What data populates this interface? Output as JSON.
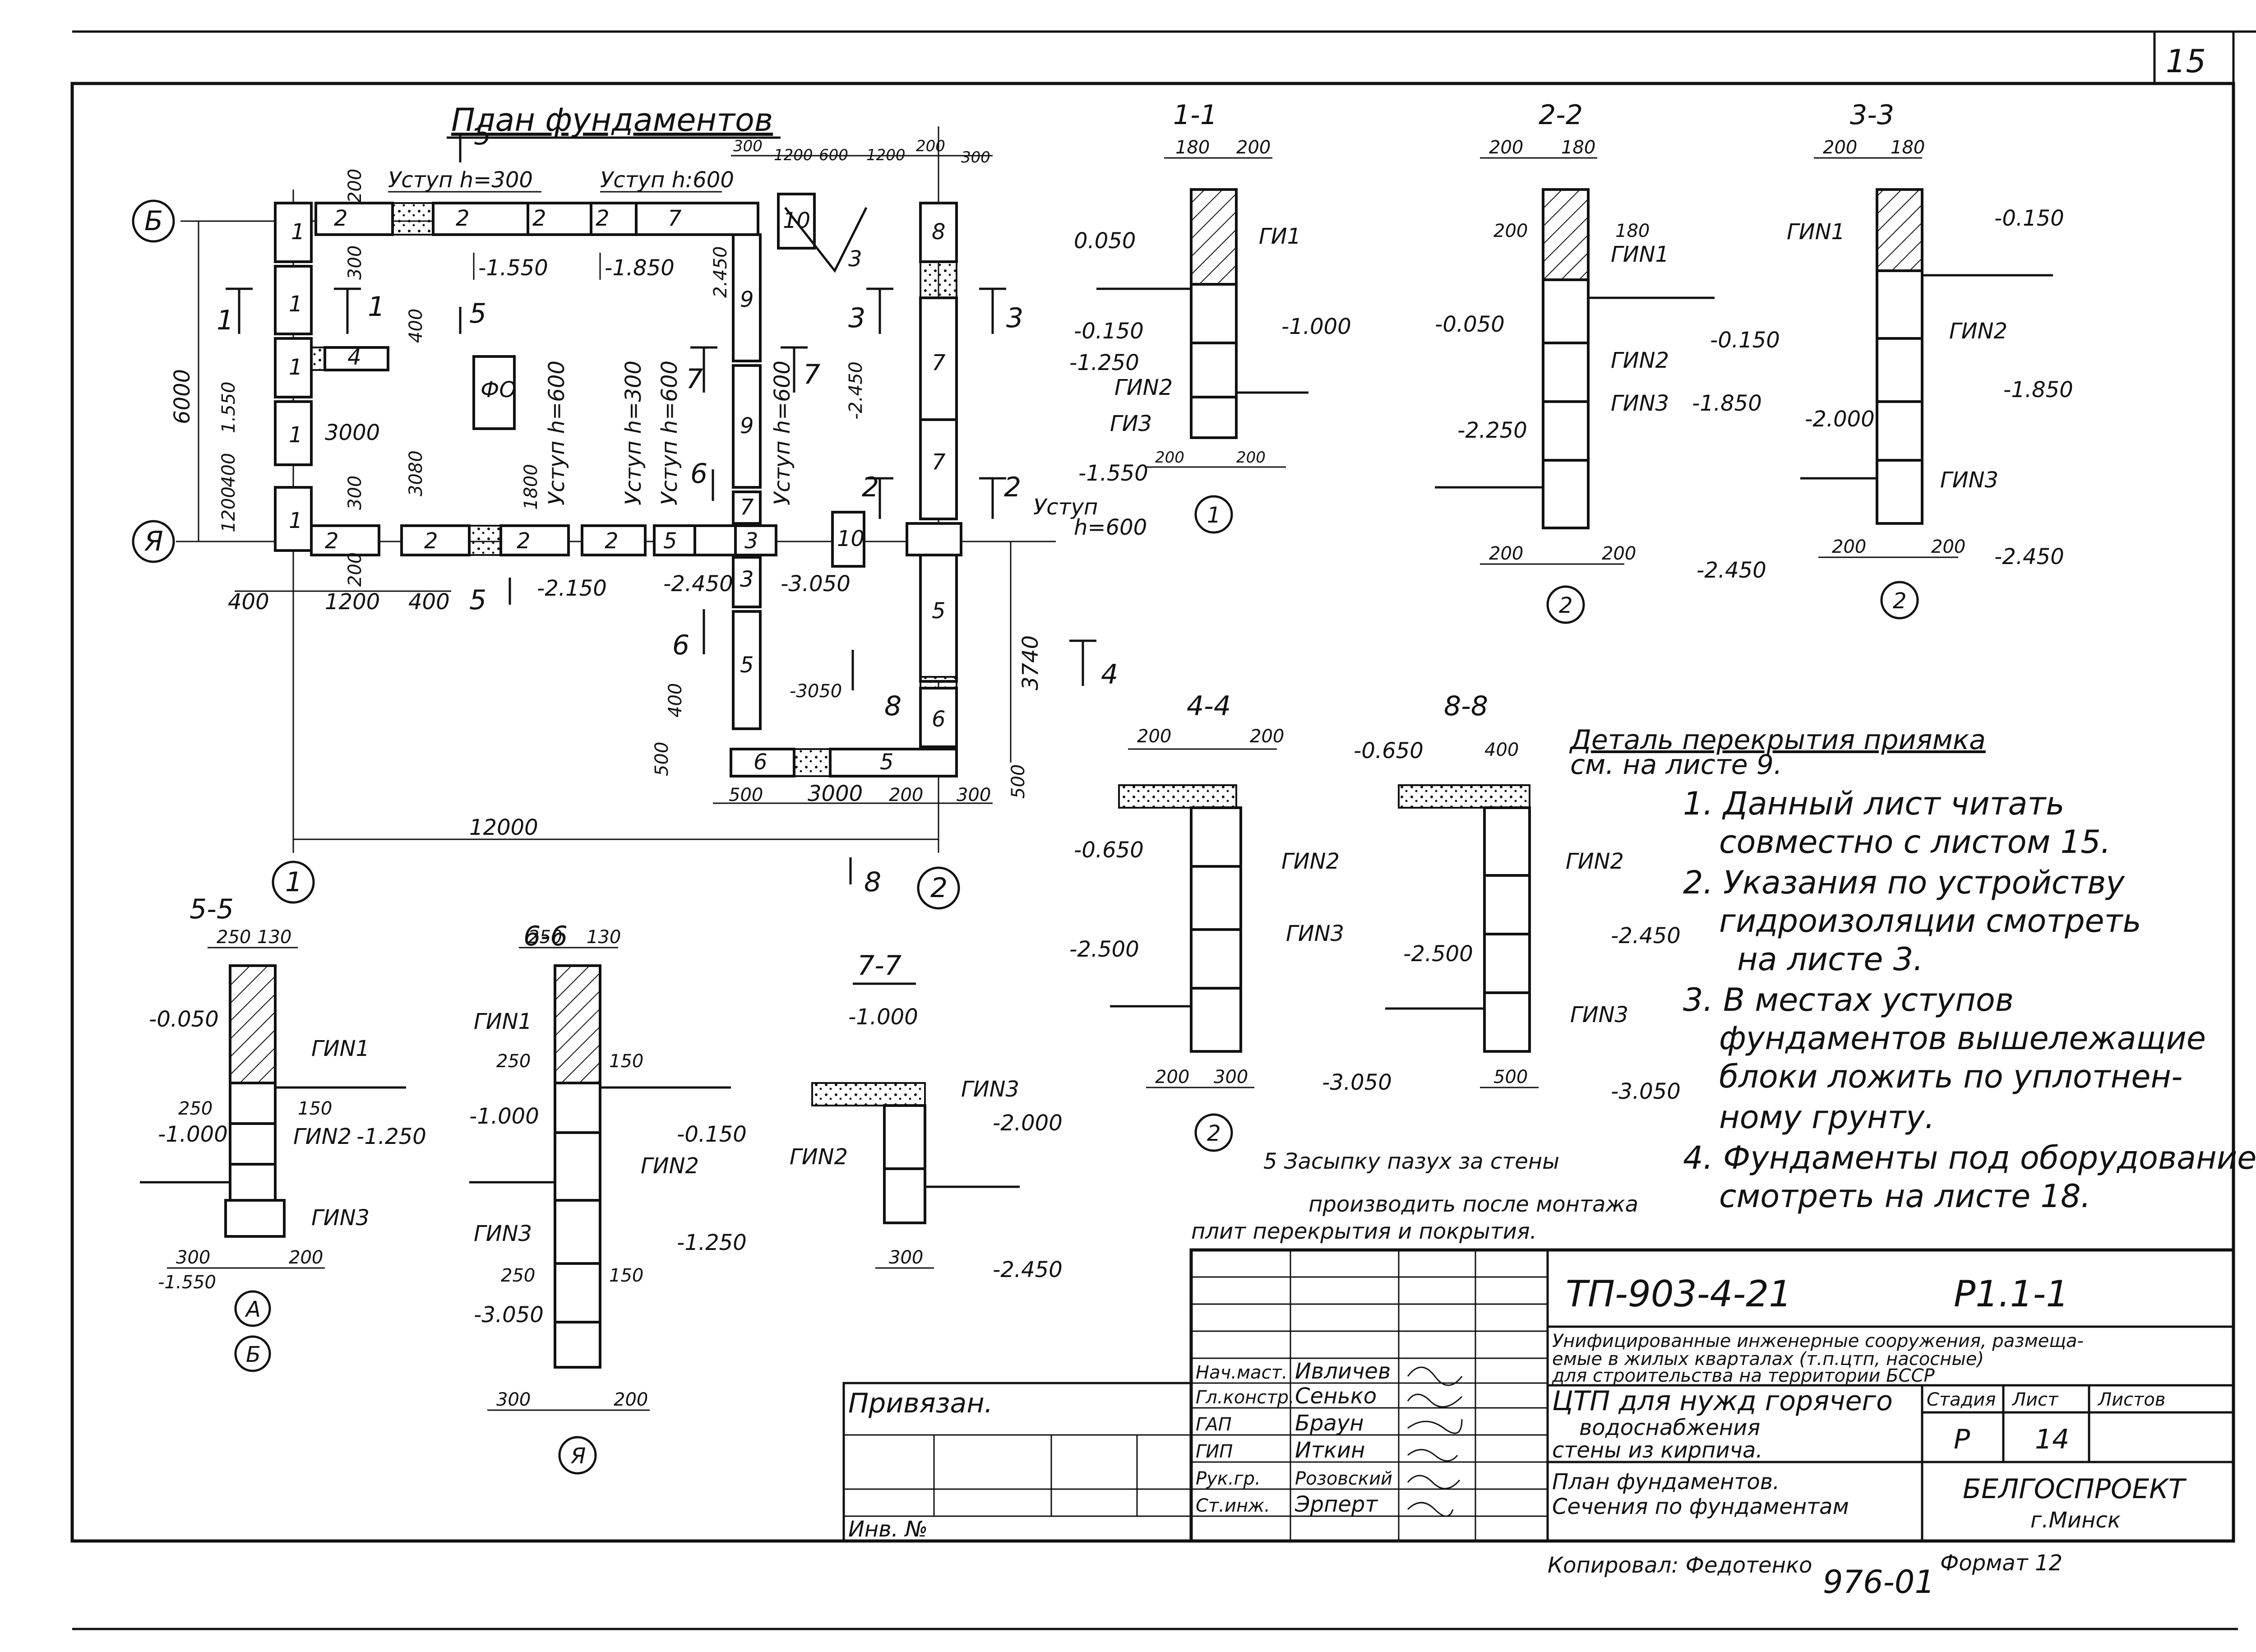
{
  "sheet": {
    "page_number": "15",
    "plan_title": "План фундаментов",
    "copied_by": "Копировал: Федотенко",
    "archive_no": "976-01",
    "format": "Формат 12"
  },
  "plan": {
    "axis_b": "Б",
    "axis_a": "Я",
    "axis_1": "1",
    "axis_2": "2",
    "step_300": "Уступ h=300",
    "step_600_top": "Уступ h:600",
    "step_600_v1": "Уступ h=600",
    "step_300_v": "Уступ h=300",
    "step_600_v2": "Уступ h=600",
    "step_600_v3": "Уступ h=600",
    "step_right": "Уступ",
    "step_right_h": "h=600",
    "fo": "ФО",
    "dims": {
      "d6000": "6000",
      "d1550": "1.550",
      "d200a": "200",
      "d300a": "300",
      "d400a": "400",
      "d400b": "400",
      "d1200a": "1200",
      "d200b": "200",
      "d3000a": "3000",
      "d3080": "3080",
      "d1800": "1800",
      "d300b": "300",
      "d200c": "200",
      "d400c": "400",
      "d1200b": "1200",
      "d400d": "400",
      "d12000": "12000",
      "d300t": "300",
      "d1200t": "1200",
      "d600t": "600",
      "d1200t2": "1200",
      "d200t": "200",
      "d300t2": "300",
      "d2450v": "2.450",
      "d2450v2": "-2.450",
      "d3740": "3740",
      "d500a": "500",
      "d500b": "500",
      "d500c": "500",
      "d3000b": "3000",
      "d200d": "200",
      "d300c": "300",
      "d400e": "400"
    },
    "elevations": {
      "e1550": "-1.550",
      "e1850": "-1.850",
      "e2150": "-2.150",
      "e2450": "-2.450",
      "e3050a": "-3.050",
      "e3050b": "-3050"
    },
    "cuts": [
      "1",
      "1",
      "2",
      "2",
      "3",
      "3",
      "4",
      "5",
      "5",
      "5",
      "6",
      "6",
      "7",
      "7",
      "8",
      "8"
    ],
    "blocks": [
      "2",
      "2",
      "2",
      "2",
      "7",
      "1",
      "1",
      "1",
      "1",
      "1",
      "4",
      "2",
      "2",
      "2",
      "2",
      "5",
      "3",
      "3",
      "5",
      "6",
      "5",
      "6",
      "8",
      "7",
      "7",
      "5",
      "9",
      "9",
      "7",
      "10",
      "10",
      "3"
    ]
  },
  "sections": {
    "s11": {
      "title": "1-1",
      "d1": "180",
      "d2": "200",
      "lbl1": "ГИ1",
      "e1": "0.050",
      "e2": "-0.150",
      "e3": "-1.000",
      "e4": "-1.250",
      "lbl2": "ГИN2",
      "lbl3": "ГИ3",
      "e5": "-1.550",
      "d3": "200",
      "d4": "200",
      "axis": "1"
    },
    "s22": {
      "title": "2-2",
      "d1": "200",
      "d2": "180",
      "d3": "200",
      "d4": "180",
      "lbl1": "ГИN1",
      "e1": "-0.050",
      "e2": "-0.150",
      "lbl2": "ГИN2",
      "lbl3": "ГИN3",
      "e3": "-1.850",
      "e4": "-2.250",
      "d5": "200",
      "d6": "200",
      "e5": "-2.450",
      "axis": "2"
    },
    "s33": {
      "title": "3-3",
      "d1": "200",
      "d2": "180",
      "lbl1": "ГИN1",
      "e1": "-0.150",
      "lbl2": "ГИN2",
      "e2": "-1.850",
      "e3": "-2.000",
      "lbl3": "ГИN3",
      "d3": "200",
      "d4": "200",
      "e4": "-2.450",
      "axis": "2"
    },
    "s44": {
      "title": "4-4",
      "d1": "200",
      "d2": "200",
      "e1": "-0.650",
      "lbl1": "ГИN2",
      "lbl2": "ГИN3",
      "e2": "-2.500",
      "d3": "200",
      "d4": "300",
      "e3": "-3.050",
      "axis": "2"
    },
    "s88": {
      "title": "8-8",
      "d1": "400",
      "e1": "-0.650",
      "lbl1": "ГИN2",
      "e2": "-2.500",
      "e3": "-2.450",
      "lbl2": "ГИN3",
      "d2": "500",
      "e4": "-3.050"
    },
    "s55": {
      "title": "5-5",
      "d1": "250",
      "d2": "130",
      "e1": "-0.050",
      "lbl1": "ГИN1",
      "d3": "250",
      "d4": "150",
      "e2": "-1.000",
      "lbl2": "ГИN2",
      "e3": "-1.250",
      "lbl3": "ГИN3",
      "d5": "300",
      "d6": "200",
      "e4": "-1.550",
      "axis1": "А",
      "axis2": "Б"
    },
    "s66": {
      "title": "6-6",
      "d1": "250",
      "d2": "130",
      "lbl1": "ГИN1",
      "d3": "250",
      "d4": "150",
      "e1": "-1.000",
      "e2": "-0.150",
      "lbl2": "ГИN2",
      "lbl3": "ГИN3",
      "e3": "-1.250",
      "d5": "250",
      "d6": "150",
      "e4": "-3.050",
      "d7": "300",
      "d8": "200",
      "axis": "Я"
    },
    "s77": {
      "title": "7-7",
      "e1": "-1.000",
      "lbl1": "ГИN3",
      "lbl2": "ГИN2",
      "e2": "-2.000",
      "d1": "300",
      "e3": "-2.450"
    }
  },
  "notes": {
    "detail_line1": "Деталь перекрытия приямка",
    "detail_line2": "см. на листе 9.",
    "n1a": "1. Данный лист читать",
    "n1b": "совместно с листом 15.",
    "n2a": "2. Указания по устройству",
    "n2b": "гидроизоляции смотреть",
    "n2c": "на листе 3.",
    "n3a": "3. В местах уступов",
    "n3b": "фундаментов вышележащие",
    "n3c": "блоки ложить по уплотнен-",
    "n3d": "ному грунту.",
    "n4a": "4. Фундаменты под оборудование",
    "n4b": "смотреть на листе 18.",
    "n5a": "5 Засыпку пазух за стены",
    "n5b": "производить после монтажа",
    "n5c": "плит перекрытия и покрытия."
  },
  "title_block": {
    "doc_code": "ТП-903-4-21",
    "sheet_code": "Р1.1-1",
    "project_line1": "Унифицированные инженерные сооружения, размеща-",
    "project_line2": "емые в жилых кварталах (т.п.цтп, насосные)",
    "project_line3": "для строительства на территории БССР",
    "object_line1": "ЦТП для нужд горячего",
    "object_line2": "водоснабжения",
    "object_line3": "стены из кирпича.",
    "sheet_name1": "План фундаментов.",
    "sheet_name2": "Сечения по фундаментам",
    "stage_label": "Стадия",
    "sheet_label": "Лист",
    "sheets_label": "Листов",
    "stage_value": "Р",
    "sheet_value": "14",
    "org_name": "БЕЛГОСПРОЕКТ",
    "org_city": "г.Минск",
    "linked": "Привязан.",
    "inv": "Инв. №",
    "roles": [
      {
        "role": "Нач.маст.",
        "name": "Ивличев"
      },
      {
        "role": "Гл.констр.",
        "name": "Сенько"
      },
      {
        "role": "ГАП",
        "name": "Браун"
      },
      {
        "role": "ГИП",
        "name": "Иткин"
      },
      {
        "role": "Рук.гр.",
        "name": "Розовский"
      },
      {
        "role": "Ст.инж.",
        "name": "Эрперт"
      }
    ]
  }
}
